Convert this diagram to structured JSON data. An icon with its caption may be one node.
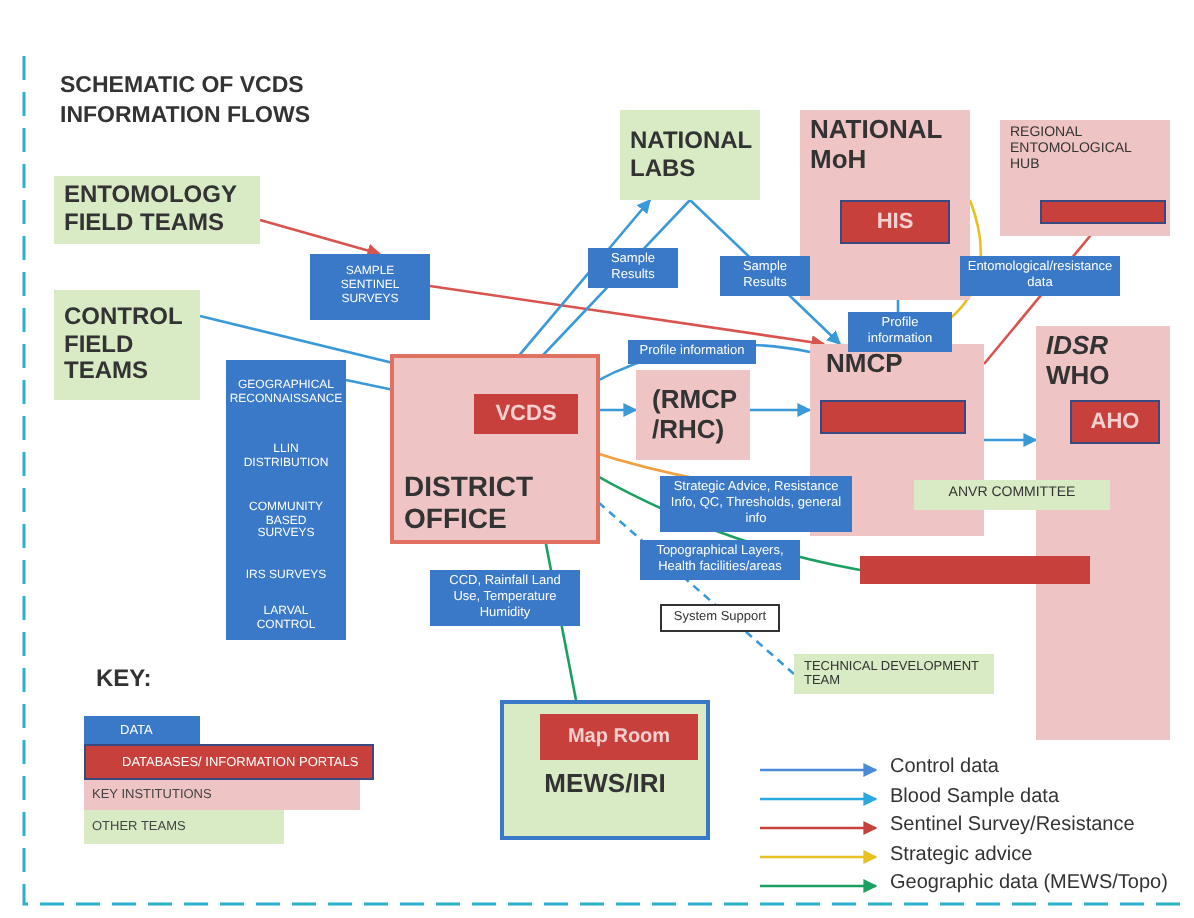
{
  "diagram": {
    "title": "SCHEMATIC OF VCDS INFORMATION FLOWS",
    "nodes": [
      {
        "text": [
          "ENTOMOLOGY FIELD TEAMS"
        ]
      },
      {
        "text": [
          "CONTROL FIELD TEAMS"
        ]
      },
      {
        "text": [
          "SAMPLE SENTINEL SURVEYS"
        ]
      },
      {
        "text": [
          "GEOGRAPHICAL RECONNAISSANCE"
        ]
      },
      {
        "text": [
          "LLIN DISTRIBUTION"
        ]
      },
      {
        "text": [
          "COMMUNITY BASED SURVEYS"
        ]
      },
      {
        "text": [
          "IRS SURVEYS"
        ]
      },
      {
        "text": [
          "LARVAL CONTROL"
        ]
      },
      {
        "text": [
          "DISTRICT OFFICE"
        ]
      },
      {
        "text": [
          "VCDS"
        ],
        "in": 8
      },
      {
        "text": [
          "(RMCP /RHC)"
        ]
      },
      {
        "text": [
          "NATIONAL LABS"
        ]
      },
      {
        "text": [
          "NATIONAL MoH"
        ]
      },
      {
        "text": [
          "HIS"
        ],
        "in": 12
      },
      {
        "text": [
          "REGIONAL ENTOMOLOGICAL HUB"
        ]
      },
      {
        "text": [],
        "shape": "box",
        "in": 14
      },
      {
        "text": [
          "NMCP"
        ]
      },
      {
        "text": [],
        "shape": "box",
        "in": 16
      },
      {
        "text": [
          "*IDSR* WHO"
        ]
      },
      {
        "text": [
          "AHO"
        ],
        "in": 18
      },
      {
        "text": [
          "ANVR COMMITTEE"
        ]
      },
      {
        "text": [],
        "shape": "box"
      },
      {
        "text": [
          "MEWS/IRI"
        ]
      },
      {
        "text": [
          "Map Room"
        ],
        "in": 22
      },
      {
        "text": [
          "TECHNICAL DEVELOPMENT TEAM"
        ]
      }
    ],
    "edges": [
      {
        "from": 0,
        "to": 2,
        "arrow": "to",
        "color": "#d9534f"
      },
      {
        "from": 2,
        "to": 16,
        "arrow": "to",
        "color": "#d9534f"
      },
      {
        "from": 1,
        "to": 9,
        "arrow": "to"
      },
      {
        "from": 3,
        "to": 9,
        "arrow": "to"
      },
      {
        "from": 9,
        "to": 11,
        "arrow": "to"
      },
      {
        "from": 11,
        "to": 9,
        "arrow": "to",
        "label": "Sample Results"
      },
      {
        "from": 11,
        "to": 16,
        "arrow": "to",
        "label": "Sample Results"
      },
      {
        "from": 16,
        "to": 13,
        "arrow": "to",
        "label": "Profile information"
      },
      {
        "from": 16,
        "to": 9,
        "arrow": "to",
        "label": "Profile information"
      },
      {
        "from": 9,
        "to": 10,
        "arrow": "to"
      },
      {
        "from": 10,
        "to": 16,
        "arrow": "to"
      },
      {
        "from": 16,
        "to": 18,
        "arrow": "to"
      },
      {
        "from": 15,
        "to": 16,
        "arrow": "other",
        "label": "Entomological/resistance data",
        "color": "#d9534f"
      },
      {
        "from": 12,
        "to": 16,
        "arrow": "to",
        "color": "#e8c020"
      },
      {
        "from": 20,
        "to": 9,
        "arrow": "to",
        "label": "Strategic Advice, Resistance Info, QC, Thresholds, general info",
        "color": "#f0a040"
      },
      {
        "from": 21,
        "to": 9,
        "arrow": "to",
        "label": "Topographical Layers, Health facilities/areas",
        "color": "#1aa060"
      },
      {
        "from": 22,
        "to": 9,
        "arrow": "to",
        "label": "CCD, Rainfall Land Use, Temperature Humidity",
        "color": "#1aa060"
      },
      {
        "from": 24,
        "to": 9,
        "arrow": "to",
        "label": "System Support",
        "style": "dashed"
      }
    ],
    "labels": [
      "KEY:"
    ],
    "legend": [
      {
        "text": "DATA",
        "color": "#3a78c8"
      },
      {
        "text": "DATABASES/ INFORMATION PORTALS",
        "color": "#c8403c"
      },
      {
        "text": "KEY INSTITUTIONS",
        "color": "#efc4c4"
      },
      {
        "text": "OTHER TEAMS",
        "color": "#d8ebc4"
      },
      {
        "text": "Control data"
      },
      {
        "text": "Blood Sample data"
      },
      {
        "text": "Sentinel Survey/Resistance"
      },
      {
        "text": "Strategic advice"
      },
      {
        "text": "Geographic data (MEWS/Topo)"
      }
    ]
  }
}
